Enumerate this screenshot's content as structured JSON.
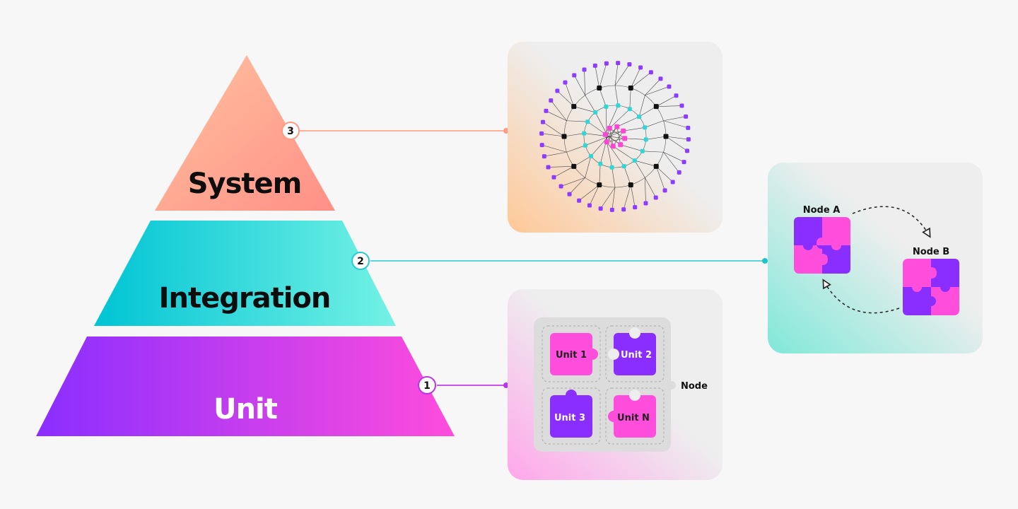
{
  "pyramid": {
    "system": {
      "label": "System",
      "number": "3"
    },
    "integration": {
      "label": "Integration",
      "number": "2"
    },
    "unit": {
      "label": "Unit",
      "number": "1"
    }
  },
  "unit_card": {
    "pieces": [
      "Unit 1",
      "Unit 2",
      "Unit 3",
      "Unit N"
    ],
    "node_label": "Node"
  },
  "integration_card": {
    "node_a": "Node A",
    "node_b": "Node B"
  },
  "colors": {
    "system": "#ff9a86",
    "integration": "#1fd0cf",
    "unit_purple": "#8a2eff",
    "unit_pink": "#ff4ddc",
    "network_center": "#ff45d6",
    "network_inner": "#2fd6d6",
    "network_mid": "#111111",
    "network_outer": "#8c3cff",
    "card_bg": "#eeeeee"
  },
  "icons": [
    "puzzle-piece-icon",
    "dashed-arrow-icon",
    "network-graph-icon"
  ]
}
